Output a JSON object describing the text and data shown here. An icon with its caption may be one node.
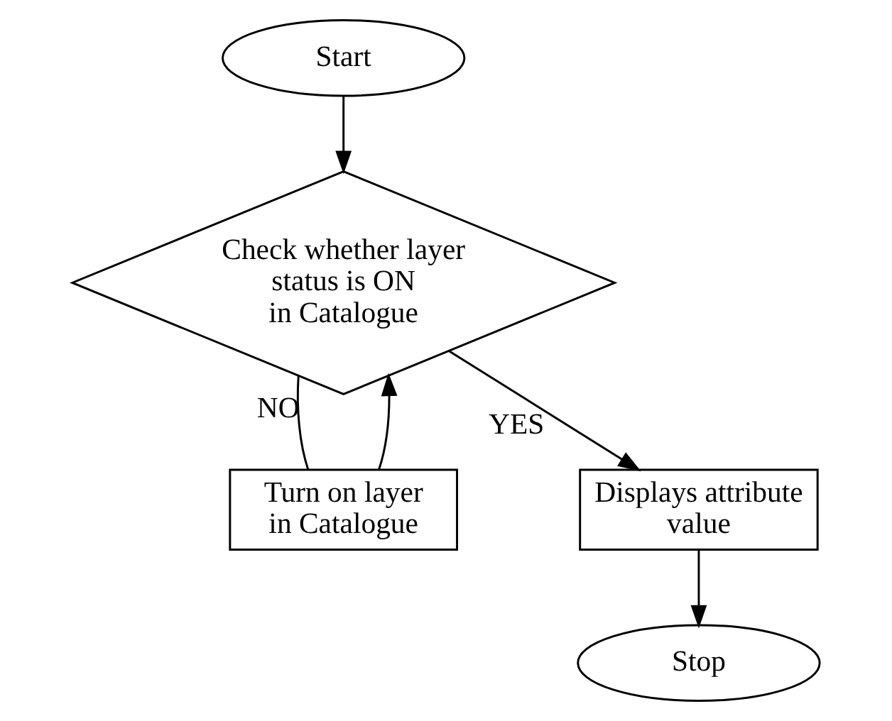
{
  "diagram": {
    "nodes": [
      {
        "text": [
          "Start"
        ]
      },
      {
        "text": [
          "Check whether layer status is ON in Catalogue"
        ]
      },
      {
        "text": [
          "Turn on layer in Catalogue"
        ]
      },
      {
        "text": [
          "Displays attribute value"
        ]
      },
      {
        "text": [
          "Stop"
        ]
      }
    ],
    "edges": [
      {
        "from": 0,
        "to": 1,
        "arrow": "to"
      },
      {
        "from": 1,
        "to": 2,
        "arrow": "none",
        "label": "NO"
      },
      {
        "from": 2,
        "to": 1,
        "arrow": "to"
      },
      {
        "from": 1,
        "to": 3,
        "arrow": "to",
        "label": "YES"
      },
      {
        "from": 3,
        "to": 4,
        "arrow": "to"
      }
    ]
  }
}
